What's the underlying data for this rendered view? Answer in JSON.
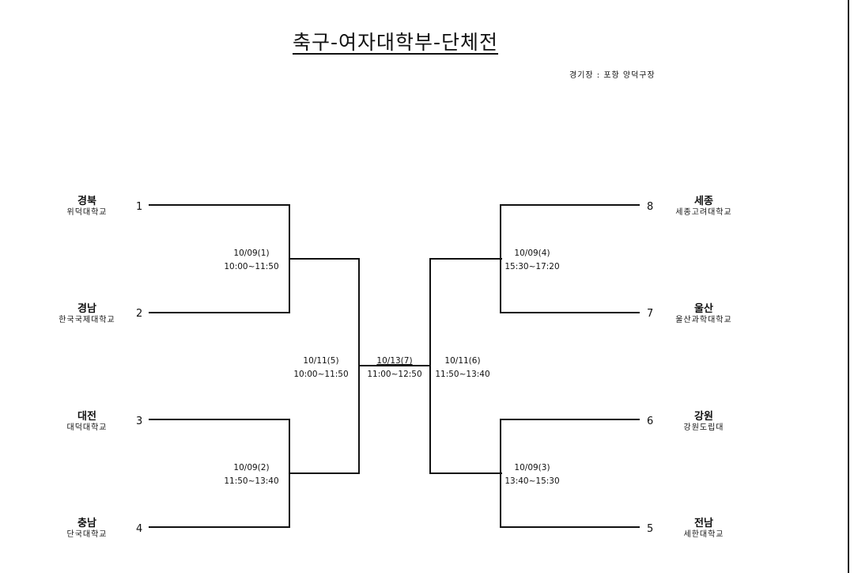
{
  "title": "축구-여자대학부-단체전",
  "venue": "경기장 : 포항 양덕구장",
  "teams": [
    {
      "seed": "1",
      "region": "경북",
      "school": "위덕대학교"
    },
    {
      "seed": "2",
      "region": "경남",
      "school": "한국국제대학교"
    },
    {
      "seed": "3",
      "region": "대전",
      "school": "대덕대학교"
    },
    {
      "seed": "4",
      "region": "충남",
      "school": "단국대학교"
    },
    {
      "seed": "8",
      "region": "세종",
      "school": "세종고려대학교"
    },
    {
      "seed": "7",
      "region": "울산",
      "school": "울산과학대학교"
    },
    {
      "seed": "6",
      "region": "강원",
      "school": "강원도립대"
    },
    {
      "seed": "5",
      "region": "전남",
      "school": "세한대학교"
    }
  ],
  "matches": {
    "m1": {
      "date": "10/09(1)",
      "time": "10:00~11:50"
    },
    "m2": {
      "date": "10/09(2)",
      "time": "11:50~13:40"
    },
    "m3": {
      "date": "10/09(3)",
      "time": "13:40~15:30"
    },
    "m4": {
      "date": "10/09(4)",
      "time": "15:30~17:20"
    },
    "m5": {
      "date": "10/11(5)",
      "time": "10:00~11:50"
    },
    "m6": {
      "date": "10/11(6)",
      "time": "11:50~13:40"
    },
    "m7": {
      "date": "10/13(7)",
      "time": "11:00~12:50"
    }
  }
}
